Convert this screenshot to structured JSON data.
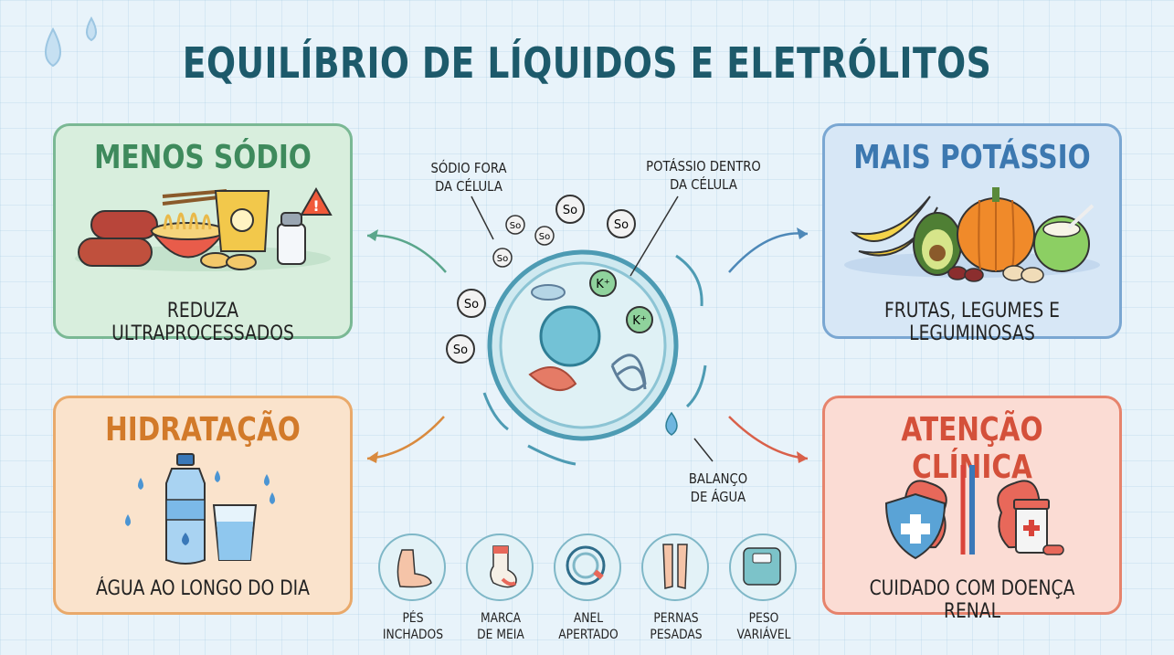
{
  "title": "EQUILÍBRIO DE LÍQUIDOS E ELETRÓLITOS",
  "cards": {
    "sodio": {
      "title": "MENOS SÓDIO",
      "caption": "REDUZA ULTRAPROCESSADOS"
    },
    "potassio": {
      "title": "MAIS POTÁSSIO",
      "caption": "FRUTAS, LEGUMES E LEGUMINOSAS"
    },
    "hidratacao": {
      "title": "HIDRATAÇÃO",
      "caption": "ÁGUA AO LONGO DO DIA"
    },
    "atencao": {
      "title": "ATENÇÃO CLÍNICA",
      "caption": "CUIDADO COM DOENÇA RENAL"
    }
  },
  "cell": {
    "sodium_label_1": "SÓDIO FORA",
    "sodium_label_2": "DA CÉLULA",
    "potassium_label_1": "POTÁSSIO DENTRO",
    "potassium_label_2": "DA CÉLULA",
    "water_label_1": "BALANÇO",
    "water_label_2": "DE ÁGUA",
    "sodium_symbol": "So",
    "potassium_symbol": "K⁺"
  },
  "symptoms": [
    {
      "line1": "PÉS",
      "line2": "INCHADOS",
      "icon": "swollen-foot-icon"
    },
    {
      "line1": "MARCA",
      "line2": "DE MEIA",
      "icon": "sock-icon"
    },
    {
      "line1": "ANEL",
      "line2": "APERTADO",
      "icon": "ring-icon"
    },
    {
      "line1": "PERNAS",
      "line2": "PESADAS",
      "icon": "legs-icon"
    },
    {
      "line1": "PESO",
      "line2": "VARIÁVEL",
      "icon": "scale-icon"
    }
  ],
  "colors": {
    "title": "#1d5a6b",
    "sodio": "#3e8a5c",
    "potassio": "#3c78b0",
    "hidratacao": "#d27a2a",
    "atencao": "#d4503a"
  }
}
